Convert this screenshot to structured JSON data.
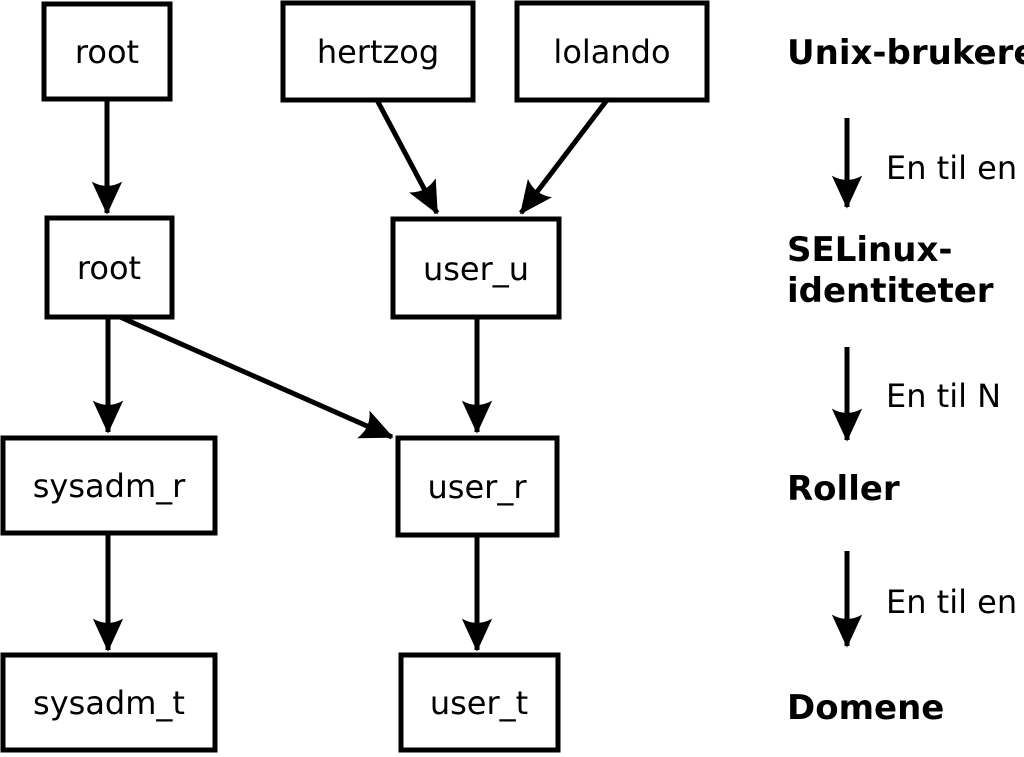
{
  "diagram": {
    "nodes": {
      "unix_root": {
        "label": "root"
      },
      "hertzog": {
        "label": "hertzog"
      },
      "lolando": {
        "label": "lolando"
      },
      "selinux_root": {
        "label": "root"
      },
      "user_u": {
        "label": "user_u"
      },
      "sysadm_r": {
        "label": "sysadm_r"
      },
      "user_r": {
        "label": "user_r"
      },
      "sysadm_t": {
        "label": "sysadm_t"
      },
      "user_t": {
        "label": "user_t"
      }
    },
    "edges": [
      {
        "from": "unix_root",
        "to": "selinux_root"
      },
      {
        "from": "hertzog",
        "to": "user_u"
      },
      {
        "from": "lolando",
        "to": "user_u"
      },
      {
        "from": "selinux_root",
        "to": "sysadm_r"
      },
      {
        "from": "selinux_root",
        "to": "user_r"
      },
      {
        "from": "user_u",
        "to": "user_r"
      },
      {
        "from": "sysadm_r",
        "to": "sysadm_t"
      },
      {
        "from": "user_r",
        "to": "user_t"
      }
    ],
    "legend": {
      "level1": "Unix-brukere",
      "arrow1_label": "En til en",
      "level2_line1": "SELinux-",
      "level2_line2": "identiteter",
      "arrow2_label": "En til N",
      "level3": "Roller",
      "arrow3_label": "En til en",
      "level4": "Domene"
    },
    "colors": {
      "line": "#000000",
      "box_fill": "#ffffff",
      "background": "#ffffff"
    }
  }
}
